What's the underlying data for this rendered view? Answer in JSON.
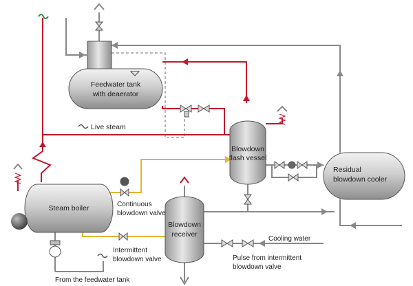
{
  "labels": {
    "feedwater_tank": [
      "Feedwater tank",
      "with deaerator"
    ],
    "live_steam": "Live steam",
    "flash_vessel": [
      "Blowdown",
      "flash vessel"
    ],
    "cooler": [
      "Residual",
      "blowdown cooler"
    ],
    "steam_boiler": "Steam boiler",
    "continuous_valve": [
      "Continuous",
      "blowdown valve"
    ],
    "receiver": [
      "Blowdown",
      "receiver"
    ],
    "cooling_water": "Cooling water",
    "intermittent_valve": [
      "Intermittent",
      "blowdown valve"
    ],
    "pulse": [
      "Pulse from intermittent",
      "blowdown valve"
    ],
    "from_tank": "From the feedwater tank"
  },
  "colors": {
    "steam": "#c0192e",
    "blowdown": "#e8b430",
    "water": "#888888",
    "vessel_light": "#dedede",
    "vessel_dark": "#9a9a9a"
  }
}
